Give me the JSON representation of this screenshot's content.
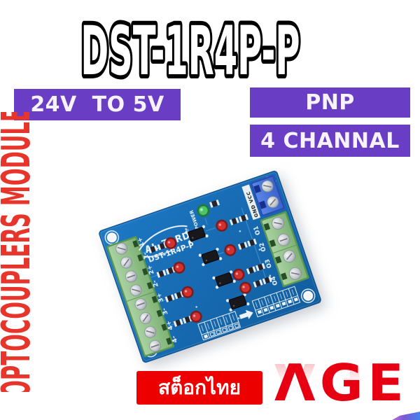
{
  "title": {
    "text": "DST-1R4P-P"
  },
  "badges": {
    "voltage": "24V  TO 5V",
    "transistor_type": "PNP",
    "channels": "4 CHANNAL",
    "bg_color": "#6a3ec4"
  },
  "side_label": {
    "text": "OPTOCOUPLERS MODULE",
    "color": "#e8352b"
  },
  "pcb": {
    "brand": "AL-ZARD",
    "reg_mark": "®",
    "model": "DST-1R4P-P",
    "power_label": "POWER",
    "gnd_vcc_label": "GND VCC",
    "left_pin_labels": [
      "1+",
      "1-",
      "2+",
      "2-",
      "3+",
      "3-",
      "4+",
      "4-"
    ],
    "output_labels": [
      "O1",
      "O2",
      "O3",
      "O4"
    ],
    "board_color": "#1668b0"
  },
  "footer": {
    "stock_badge": {
      "text": "สต็อกไทย",
      "bg_color": "#ec0000"
    },
    "brand_logo": {
      "text": "AGE",
      "display": "ΛGE",
      "color": "#e60012"
    }
  }
}
